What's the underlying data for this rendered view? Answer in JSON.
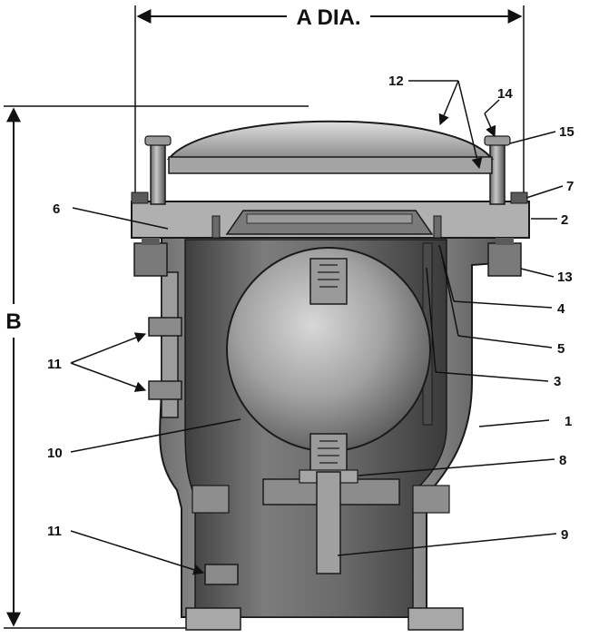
{
  "dimensions": {
    "a_dia": "A DIA.",
    "b": "B"
  },
  "callouts": [
    "1",
    "2",
    "3",
    "4",
    "5",
    "6",
    "7",
    "8",
    "9",
    "10",
    "11",
    "11",
    "12",
    "13",
    "14",
    "15"
  ],
  "colors": {
    "body_light": "#b8b8b8",
    "body_mid": "#8f8f8f",
    "body_dark": "#5e5e5e",
    "interior": "#6a6a6a",
    "line": "#1a1a1a"
  }
}
